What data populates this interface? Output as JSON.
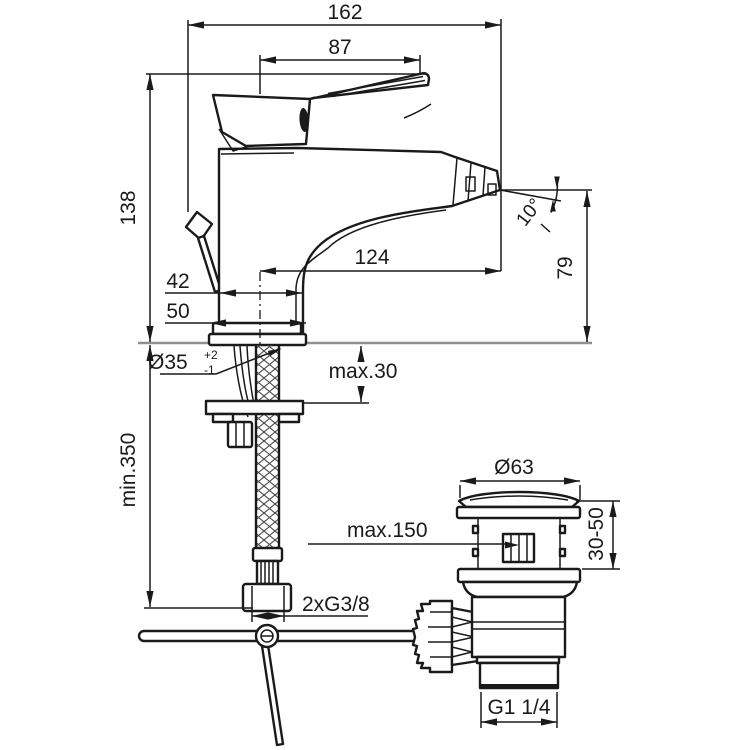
{
  "drawing": {
    "type": "technical-dimension-drawing",
    "subject": "single-lever bidet mixer with pop-up waste",
    "background": "#ffffff",
    "line_color": "#1a1a1a",
    "deck_line_color": "#8f8f8f",
    "dimensions": {
      "overall_length": "162",
      "handle_projection": "87",
      "body_height": "138",
      "spout_projection": "124",
      "body_width": "42",
      "base_width": "50",
      "spout_height": "79",
      "spout_angle": "10°",
      "hole_diameter": "Ø35",
      "hole_tol_plus": "+2",
      "hole_tol_minus": "-1",
      "max_deck_thickness": "max.30",
      "min_clearance": "min.350",
      "max_drain_distance": "max.150",
      "waste_flange_diameter": "Ø63",
      "waste_clamp_range": "30-50",
      "supply_thread": "2xG3/8",
      "waste_thread": "G1 1/4"
    }
  }
}
